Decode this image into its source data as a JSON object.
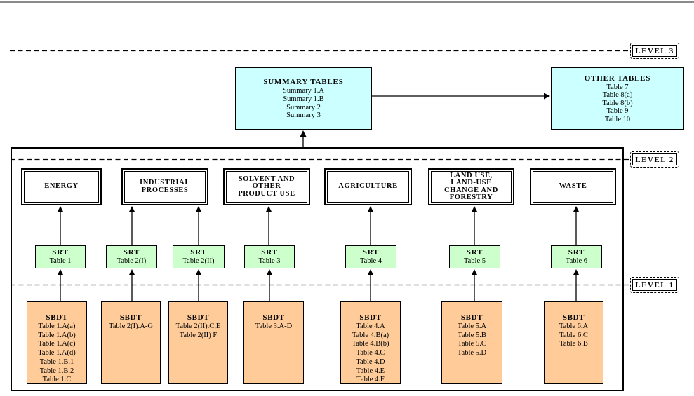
{
  "diagram": {
    "levels": {
      "level3": "LEVEL 3",
      "level2": "LEVEL 2",
      "level1": "LEVEL 1"
    },
    "summary_tables": {
      "title": "SUMMARY TABLES",
      "items": [
        "Summary 1.A",
        "Summary 1.B",
        "Summary 2",
        "Summary 3"
      ]
    },
    "other_tables": {
      "title": "OTHER TABLES",
      "items": [
        "Table 7",
        "Table 8(a)",
        "Table 8(b)",
        "Table 9",
        "Table 10"
      ]
    },
    "sectors": [
      {
        "label": "ENERGY"
      },
      {
        "label": "INDUSTRIAL\nPROCESSES"
      },
      {
        "label": "SOLVENT AND\nOTHER\nPRODUCT USE"
      },
      {
        "label": "AGRICULTURE"
      },
      {
        "label": "LAND USE,\nLAND-USE\nCHANGE AND\nFORESTRY"
      },
      {
        "label": "WASTE"
      }
    ],
    "srt_boxes": [
      {
        "title": "SRT",
        "items": [
          "Table 1"
        ]
      },
      {
        "title": "SRT",
        "items": [
          "Table 2(I)"
        ]
      },
      {
        "title": "SRT",
        "items": [
          "Table 2(II)"
        ]
      },
      {
        "title": "SRT",
        "items": [
          "Table 3"
        ]
      },
      {
        "title": "SRT",
        "items": [
          "Table 4"
        ]
      },
      {
        "title": "SRT",
        "items": [
          "Table 5"
        ]
      },
      {
        "title": "SRT",
        "items": [
          "Table 6"
        ]
      }
    ],
    "sbdt_boxes": [
      {
        "title": "SBDT",
        "items": [
          "Table 1.A(a)",
          "Table 1.A(b)",
          "Table 1.A(c)",
          "Table 1.A(d)",
          "Table 1.B.1",
          "Table 1.B.2",
          "Table 1.C"
        ]
      },
      {
        "title": "SBDT",
        "items": [
          "Table 2(I).A-G"
        ]
      },
      {
        "title": "SBDT",
        "items": [
          "Table 2(II).C,E",
          "Table 2(II) F"
        ]
      },
      {
        "title": "SBDT",
        "items": [
          "Table 3.A-D"
        ]
      },
      {
        "title": "SBDT",
        "items": [
          "Table 4.A",
          "Table 4.B(a)",
          "Table 4.B(b)",
          "Table 4.C",
          "Table 4.D",
          "Table 4.E",
          "Table 4.F"
        ]
      },
      {
        "title": "SBDT",
        "items": [
          "Table 5.A",
          "Table 5.B",
          "Table 5.C",
          "Table 5.D"
        ]
      },
      {
        "title": "SBDT",
        "items": [
          "Table 6.A",
          "Table 6.C",
          "Table 6.B"
        ]
      }
    ],
    "colors": {
      "summary_fill": "#CCFFFF",
      "srt_fill": "#CCFFCC",
      "sbdt_fill": "#FFCC99",
      "line": "#000000",
      "top_rule": "#8A8A8A"
    }
  }
}
